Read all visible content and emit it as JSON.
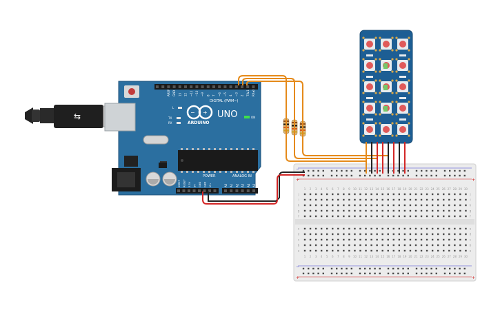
{
  "arduino": {
    "model": "UNO",
    "brand": "ARDUINO",
    "digital_label": "DIGITAL (PWM~)",
    "analog_label": "ANALOG IN",
    "power_label": "POWER",
    "on_label": "ON",
    "tx_label": "TX",
    "rx_label": "RX",
    "l_label": "L",
    "top_pins": [
      "AREF",
      "GND",
      "13",
      "12",
      "~11",
      "~10",
      "~9",
      "8",
      "7",
      "~6",
      "~5",
      "4",
      "~3",
      "2",
      "TX▸1",
      "RX◂0"
    ],
    "power_pins": [
      "IOREF",
      "RESET",
      "3.3V",
      "5V",
      "GND",
      "GND",
      "Vin"
    ],
    "analog_pins": [
      "A0",
      "A1",
      "A2",
      "A3",
      "A4",
      "A5"
    ]
  },
  "breadboard": {
    "rows_top": [
      "j",
      "i",
      "h",
      "g",
      "f"
    ],
    "rows_bottom": [
      "e",
      "d",
      "c",
      "b",
      "a"
    ],
    "columns": [
      "1",
      "2",
      "3",
      "4",
      "5",
      "6",
      "7",
      "8",
      "9",
      "10",
      "11",
      "12",
      "13",
      "14",
      "15",
      "16",
      "17",
      "18",
      "19",
      "20",
      "21",
      "22",
      "23",
      "24",
      "25",
      "26",
      "27",
      "28",
      "29",
      "30"
    ]
  },
  "colors": {
    "board": "#2b6fa0",
    "wire_signal": "#e58a1a",
    "wire_power": "#d32626",
    "wire_ground": "#222222",
    "led_panel": "#1d5e94",
    "led": "#e05a5a"
  }
}
